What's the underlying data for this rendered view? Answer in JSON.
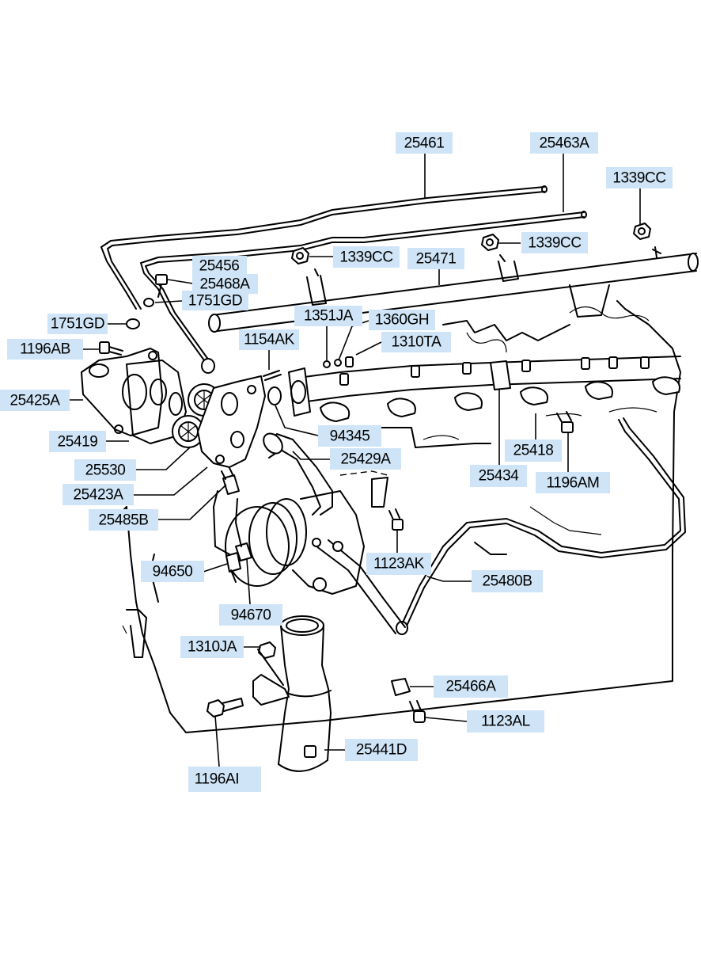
{
  "diagram": {
    "labels": [
      {
        "id": "l01",
        "text": "25461"
      },
      {
        "id": "l02",
        "text": "25463A"
      },
      {
        "id": "l03",
        "text": "1339CC"
      },
      {
        "id": "l04",
        "text": "1339CC"
      },
      {
        "id": "l05",
        "text": "1339CC"
      },
      {
        "id": "l06",
        "text": "25471"
      },
      {
        "id": "l07",
        "text": "25456"
      },
      {
        "id": "l08",
        "text": "25468A"
      },
      {
        "id": "l09",
        "text": "1751GD"
      },
      {
        "id": "l10",
        "text": "1751GD"
      },
      {
        "id": "l11",
        "text": "1351JA"
      },
      {
        "id": "l12",
        "text": "1360GH"
      },
      {
        "id": "l13",
        "text": "1154AK"
      },
      {
        "id": "l14",
        "text": "1310TA"
      },
      {
        "id": "l15",
        "text": "1196AB"
      },
      {
        "id": "l16",
        "text": "25425A"
      },
      {
        "id": "l17",
        "text": "25419"
      },
      {
        "id": "l18",
        "text": "94345"
      },
      {
        "id": "l19",
        "text": "25530"
      },
      {
        "id": "l20",
        "text": "25429A"
      },
      {
        "id": "l21",
        "text": "25423A"
      },
      {
        "id": "l22",
        "text": "25418"
      },
      {
        "id": "l23",
        "text": "25434"
      },
      {
        "id": "l24",
        "text": "1196AM"
      },
      {
        "id": "l25",
        "text": "25485B"
      },
      {
        "id": "l26",
        "text": "1123AK"
      },
      {
        "id": "l27",
        "text": "94650"
      },
      {
        "id": "l28",
        "text": "25480B"
      },
      {
        "id": "l29",
        "text": "94670"
      },
      {
        "id": "l30",
        "text": "1310JA"
      },
      {
        "id": "l31",
        "text": "25466A"
      },
      {
        "id": "l32",
        "text": "1123AL"
      },
      {
        "id": "l33",
        "text": "25441D"
      },
      {
        "id": "l34",
        "text": "1196AI"
      }
    ]
  }
}
